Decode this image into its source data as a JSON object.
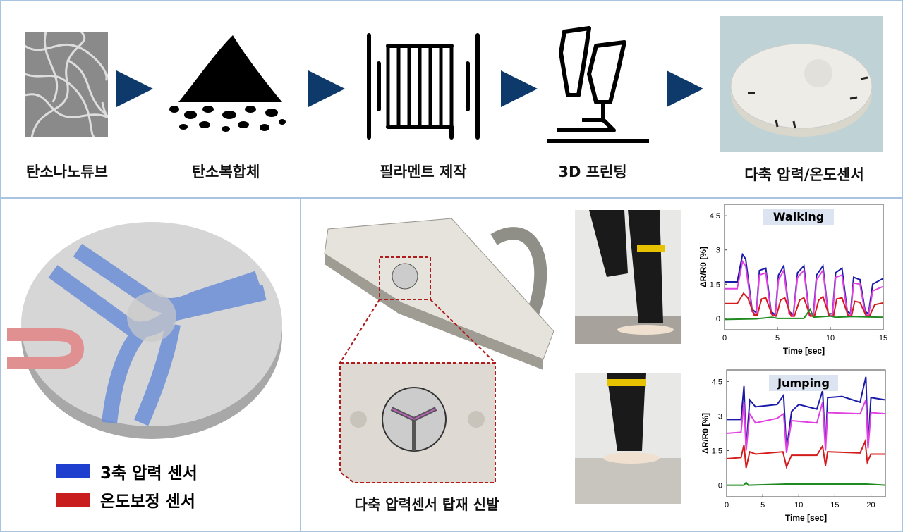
{
  "process_steps": [
    {
      "label": "탄소나노튜브",
      "icon": "carbon-nanotube-image"
    },
    {
      "label": "탄소복합체",
      "icon": "powder-pile-icon"
    },
    {
      "label": "필라멘트 제작",
      "icon": "filament-spool-icon"
    },
    {
      "label": "3D 프린팅",
      "icon": "3d-printer-icon"
    },
    {
      "label": "다축 압력/온도센서",
      "icon": "sensor-photo"
    }
  ],
  "arrow_color": "#0e3a6b",
  "legend": [
    {
      "label": "3축 압력 센서",
      "color": "#1f3fcf"
    },
    {
      "label": "온도보정 센서",
      "color": "#c81e1e"
    }
  ],
  "sandal_caption": "다축 압력센서 탑재 신발",
  "chart_data": [
    {
      "type": "line",
      "title": "Walking",
      "xlabel": "Time [sec]",
      "ylabel": "ΔR/R0 [%]",
      "xlim": [
        0,
        15
      ],
      "ylim": [
        -0.5,
        5
      ],
      "xticks": [
        "0",
        "5",
        "10",
        "15"
      ],
      "yticks": [
        "0",
        "1.5",
        "3",
        "4.5"
      ],
      "grid": false,
      "series": [
        {
          "color": "#1a1aa8",
          "points": [
            [
              0,
              1.6
            ],
            [
              1.2,
              1.6
            ],
            [
              1.7,
              2.8
            ],
            [
              2.0,
              2.6
            ],
            [
              2.6,
              0.4
            ],
            [
              3.0,
              0.25
            ],
            [
              3.3,
              2.1
            ],
            [
              3.9,
              2.2
            ],
            [
              4.4,
              0.3
            ],
            [
              4.8,
              0.15
            ],
            [
              5.1,
              1.9
            ],
            [
              5.6,
              2.3
            ],
            [
              6.1,
              0.3
            ],
            [
              6.5,
              0.15
            ],
            [
              6.9,
              2.0
            ],
            [
              7.5,
              2.3
            ],
            [
              8.0,
              0.2
            ],
            [
              8.4,
              0.2
            ],
            [
              8.7,
              1.9
            ],
            [
              9.3,
              2.3
            ],
            [
              9.8,
              0.2
            ],
            [
              10.2,
              0.2
            ],
            [
              10.5,
              2.0
            ],
            [
              11.1,
              2.2
            ],
            [
              11.6,
              0.3
            ],
            [
              11.9,
              0.2
            ],
            [
              12.2,
              1.8
            ],
            [
              12.8,
              1.7
            ],
            [
              13.3,
              0.3
            ],
            [
              13.6,
              0.2
            ],
            [
              14,
              1.5
            ],
            [
              15,
              1.75
            ]
          ]
        },
        {
          "color": "#e040e0",
          "points": [
            [
              0,
              1.3
            ],
            [
              1.2,
              1.3
            ],
            [
              1.7,
              2.5
            ],
            [
              2.0,
              2.3
            ],
            [
              2.6,
              0.3
            ],
            [
              3.0,
              0.15
            ],
            [
              3.3,
              1.9
            ],
            [
              3.9,
              2.0
            ],
            [
              4.4,
              0.2
            ],
            [
              4.8,
              0.1
            ],
            [
              5.1,
              1.7
            ],
            [
              5.6,
              2.1
            ],
            [
              6.1,
              0.2
            ],
            [
              6.5,
              0.1
            ],
            [
              6.9,
              1.8
            ],
            [
              7.5,
              2.1
            ],
            [
              8.0,
              0.15
            ],
            [
              8.4,
              0.1
            ],
            [
              8.7,
              1.7
            ],
            [
              9.3,
              2.1
            ],
            [
              9.8,
              0.15
            ],
            [
              10.2,
              0.1
            ],
            [
              10.5,
              1.8
            ],
            [
              11.1,
              1.9
            ],
            [
              11.6,
              0.2
            ],
            [
              11.9,
              0.1
            ],
            [
              12.2,
              1.55
            ],
            [
              12.8,
              1.5
            ],
            [
              13.3,
              0.2
            ],
            [
              13.6,
              0.1
            ],
            [
              14,
              1.2
            ],
            [
              15,
              1.4
            ]
          ]
        },
        {
          "color": "#d41c1c",
          "points": [
            [
              0,
              0.65
            ],
            [
              1.2,
              0.65
            ],
            [
              1.8,
              1.1
            ],
            [
              2.2,
              0.9
            ],
            [
              2.8,
              0.15
            ],
            [
              3.1,
              0.15
            ],
            [
              3.5,
              0.85
            ],
            [
              3.9,
              0.9
            ],
            [
              4.5,
              0.15
            ],
            [
              4.9,
              0.1
            ],
            [
              5.3,
              0.8
            ],
            [
              5.7,
              0.9
            ],
            [
              6.3,
              0.1
            ],
            [
              6.6,
              0.1
            ],
            [
              7.1,
              0.8
            ],
            [
              7.5,
              0.9
            ],
            [
              8.1,
              0.1
            ],
            [
              8.5,
              0.1
            ],
            [
              8.9,
              0.8
            ],
            [
              9.3,
              0.95
            ],
            [
              9.9,
              0.1
            ],
            [
              10.3,
              0.1
            ],
            [
              10.6,
              0.85
            ],
            [
              11.1,
              0.9
            ],
            [
              11.7,
              0.1
            ],
            [
              12.0,
              0.1
            ],
            [
              12.3,
              0.75
            ],
            [
              12.8,
              0.7
            ],
            [
              13.4,
              0.1
            ],
            [
              13.7,
              0.1
            ],
            [
              14.2,
              0.6
            ],
            [
              15,
              0.68
            ]
          ]
        },
        {
          "color": "#1f8a1f",
          "points": [
            [
              0,
              -0.05
            ],
            [
              3,
              -0.02
            ],
            [
              4.5,
              0.05
            ],
            [
              5,
              0
            ],
            [
              7.5,
              0
            ],
            [
              8.1,
              0.4
            ],
            [
              8.4,
              0.05
            ],
            [
              10,
              0.1
            ],
            [
              10.5,
              0.05
            ],
            [
              12,
              0.08
            ],
            [
              15,
              0.05
            ]
          ]
        }
      ]
    },
    {
      "type": "line",
      "title": "Jumping",
      "xlabel": "Time [sec]",
      "ylabel": "ΔR/R0 [%]",
      "xlim": [
        0,
        22
      ],
      "ylim": [
        -0.5,
        5
      ],
      "xticks": [
        "0",
        "5",
        "10",
        "15",
        "20"
      ],
      "yticks": [
        "0",
        "1.5",
        "3",
        "4.5"
      ],
      "grid": false,
      "series": [
        {
          "color": "#1a1aa8",
          "points": [
            [
              0,
              2.85
            ],
            [
              2,
              2.85
            ],
            [
              2.4,
              4.3
            ],
            [
              2.7,
              1.6
            ],
            [
              3.2,
              3.7
            ],
            [
              4,
              3.4
            ],
            [
              7,
              3.5
            ],
            [
              7.9,
              3.9
            ],
            [
              8.3,
              1.5
            ],
            [
              9,
              3.2
            ],
            [
              10,
              3.5
            ],
            [
              12.5,
              3.3
            ],
            [
              13.3,
              4.1
            ],
            [
              13.7,
              1.6
            ],
            [
              14,
              3.8
            ],
            [
              16,
              3.85
            ],
            [
              18.5,
              3.6
            ],
            [
              19.3,
              4.7
            ],
            [
              19.6,
              1.7
            ],
            [
              20,
              3.8
            ],
            [
              22,
              3.7
            ]
          ]
        },
        {
          "color": "#e040e0",
          "points": [
            [
              0,
              2.25
            ],
            [
              2,
              2.3
            ],
            [
              2.4,
              3.6
            ],
            [
              2.7,
              1.5
            ],
            [
              3.2,
              3.1
            ],
            [
              4,
              2.7
            ],
            [
              7,
              2.9
            ],
            [
              7.9,
              3.1
            ],
            [
              8.3,
              1.4
            ],
            [
              9,
              2.8
            ],
            [
              12.5,
              2.7
            ],
            [
              13.3,
              3.6
            ],
            [
              13.7,
              1.5
            ],
            [
              14,
              3.15
            ],
            [
              18.5,
              3.1
            ],
            [
              19.3,
              3.7
            ],
            [
              19.6,
              1.6
            ],
            [
              20,
              3.15
            ],
            [
              22,
              3.1
            ]
          ]
        },
        {
          "color": "#d41c1c",
          "points": [
            [
              0,
              1.15
            ],
            [
              2,
              1.2
            ],
            [
              2.4,
              1.75
            ],
            [
              2.7,
              0.75
            ],
            [
              3.2,
              1.45
            ],
            [
              4,
              1.35
            ],
            [
              7.8,
              1.45
            ],
            [
              8.3,
              0.8
            ],
            [
              9,
              1.3
            ],
            [
              12.5,
              1.3
            ],
            [
              13.3,
              1.7
            ],
            [
              13.7,
              0.85
            ],
            [
              14,
              1.45
            ],
            [
              18.5,
              1.4
            ],
            [
              19.2,
              1.9
            ],
            [
              19.5,
              1.0
            ],
            [
              20,
              1.35
            ],
            [
              22,
              1.35
            ]
          ]
        },
        {
          "color": "#1f8a1f",
          "points": [
            [
              0,
              0
            ],
            [
              2.4,
              0
            ],
            [
              2.7,
              0.12
            ],
            [
              3,
              0
            ],
            [
              8.2,
              0.05
            ],
            [
              13.7,
              0.05
            ],
            [
              19.4,
              0.05
            ],
            [
              22,
              0
            ]
          ]
        }
      ]
    }
  ]
}
